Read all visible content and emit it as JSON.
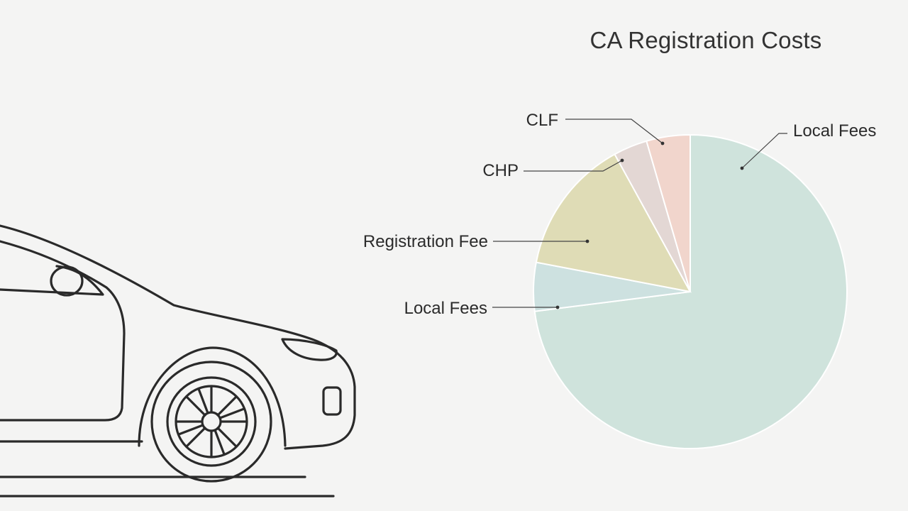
{
  "chart_data": {
    "type": "pie",
    "title": "CA Registration Costs",
    "slices": [
      {
        "label": "Local Fees",
        "value": 73
      },
      {
        "label": "Local Fees",
        "value": 5
      },
      {
        "label": "Registration Fee",
        "value": 14
      },
      {
        "label": "CHP",
        "value": 3.5
      },
      {
        "label": "CLF",
        "value": 4.5
      }
    ],
    "colors": [
      "#cfe3dc",
      "#cde1e0",
      "#dfdcb6",
      "#e3d7d4",
      "#f1d5cc"
    ],
    "start_angle_deg": 0,
    "direction": "clockwise",
    "legend": "none"
  },
  "illustration": {
    "icon": "car-outline-icon"
  }
}
